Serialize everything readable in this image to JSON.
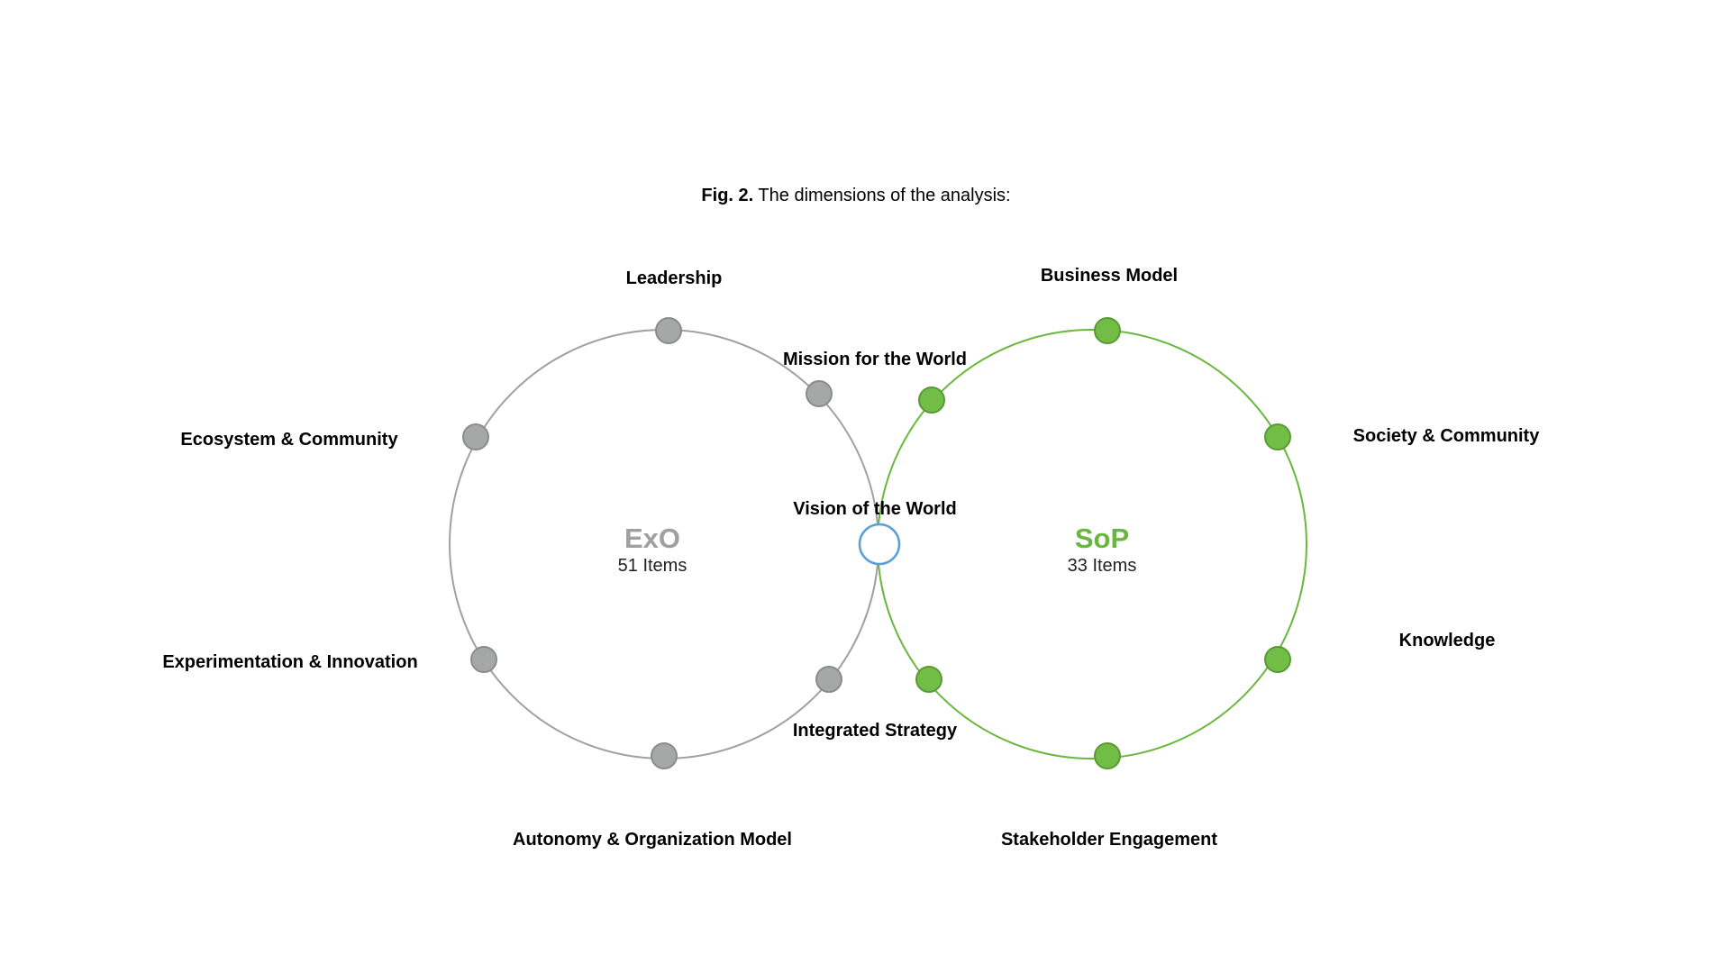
{
  "caption": {
    "label": "Fig. 2.",
    "text": "The dimensions of the analysis:"
  },
  "colors": {
    "exo": "#a0a0a0",
    "exo_node_fill": "#a6a8a8",
    "exo_node_stroke": "#8a8c8c",
    "sop": "#6ab73e",
    "sop_node_fill": "#72bd45",
    "sop_node_stroke": "#5a9a35",
    "shared_node": "#5a9fd6"
  },
  "exo": {
    "title": "ExO",
    "count": "51 Items"
  },
  "sop": {
    "title": "SoP",
    "count": "33 Items"
  },
  "labels": {
    "leadership": "Leadership",
    "ecosystem": "Ecosystem & Community",
    "experimentation": "Experimentation & Innovation",
    "autonomy": "Autonomy & Organization Model",
    "mission": "Mission for the World",
    "vision": "Vision of the World",
    "strategy": "Integrated Strategy",
    "business_model": "Business Model",
    "society": "Society & Community",
    "knowledge": "Knowledge",
    "stakeholder": "Stakeholder Engagement"
  }
}
